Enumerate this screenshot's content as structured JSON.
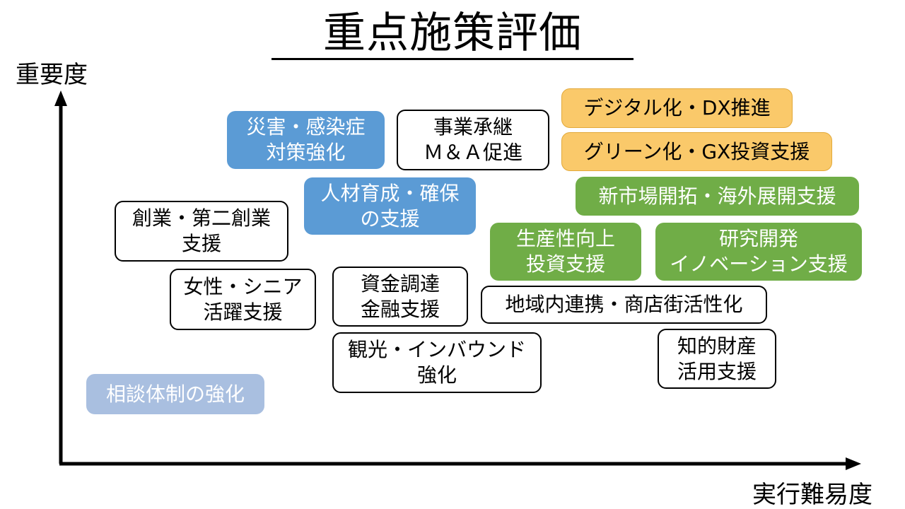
{
  "title": "重点施策評価",
  "axes": {
    "y_label": "重要度",
    "x_label": "実行難易度"
  },
  "colors": {
    "outline": "#000000",
    "blue": "#5b9bd5",
    "light_blue": "#a9bfe0",
    "yellow": "#fac96a",
    "green": "#70ad47"
  },
  "items": [
    {
      "key": "disaster",
      "lines": [
        "災害・感染症",
        "対策強化"
      ]
    },
    {
      "key": "succession",
      "lines": [
        "事業承継",
        "Ｍ＆Ａ促進"
      ]
    },
    {
      "key": "digital",
      "lines": [
        "デジタル化・DX推進"
      ]
    },
    {
      "key": "green",
      "lines": [
        "グリーン化・GX投資支援"
      ]
    },
    {
      "key": "talent",
      "lines": [
        "人材育成・確保",
        "の支援"
      ]
    },
    {
      "key": "new_market",
      "lines": [
        "新市場開拓・海外展開支援"
      ]
    },
    {
      "key": "startup",
      "lines": [
        "創業・第二創業",
        "支援"
      ]
    },
    {
      "key": "productivity",
      "lines": [
        "生産性向上",
        "投資支援"
      ]
    },
    {
      "key": "rnd",
      "lines": [
        "研究開発",
        "イノベーション支援"
      ]
    },
    {
      "key": "women_senior",
      "lines": [
        "女性・シニア",
        "活躍支援"
      ]
    },
    {
      "key": "funding",
      "lines": [
        "資金調達",
        "金融支援"
      ]
    },
    {
      "key": "regional",
      "lines": [
        "地域内連携・商店街活性化"
      ]
    },
    {
      "key": "tourism",
      "lines": [
        "観光・インバウンド",
        "強化"
      ]
    },
    {
      "key": "ip",
      "lines": [
        "知的財産",
        "活用支援"
      ]
    },
    {
      "key": "consultation",
      "lines": [
        "相談体制の強化"
      ]
    }
  ]
}
